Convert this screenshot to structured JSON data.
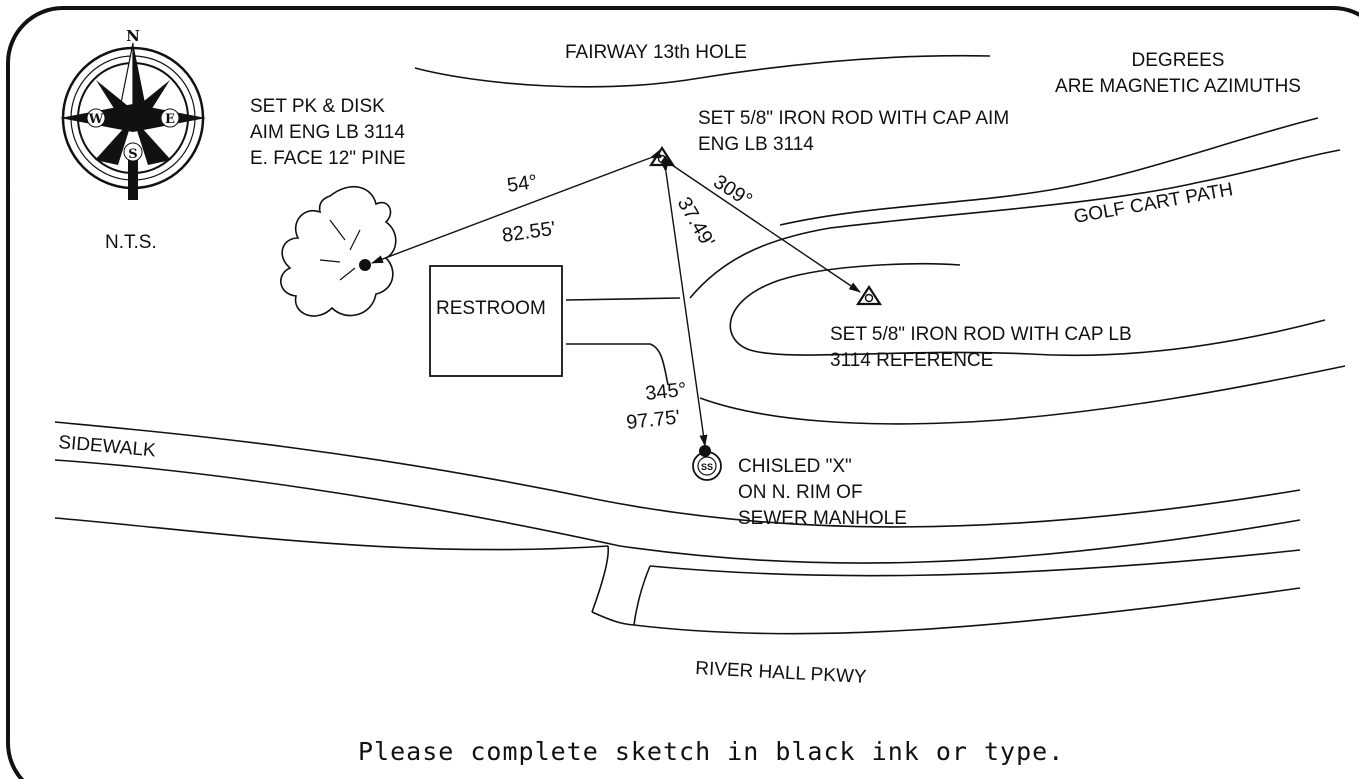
{
  "compass": {
    "north": "N",
    "south": "S",
    "east": "E",
    "west": "W",
    "scale_note": "N.T.S."
  },
  "labels": {
    "fairway": "FAIRWAY 13th HOLE",
    "degrees_line1": "DEGREES",
    "degrees_line2": "ARE MAGNETIC AZIMUTHS",
    "pk_line1": "SET PK & DISK",
    "pk_line2": "AIM ENG LB 3114",
    "pk_line3": "E. FACE 12\" PINE",
    "rod_aim_line1": "SET 5/8\" IRON ROD WITH CAP AIM",
    "rod_aim_line2": "ENG LB 3114",
    "golf_cart_path": "GOLF CART PATH",
    "restroom": "RESTROOM",
    "rod_ref_line1": "SET 5/8\" IRON ROD WITH CAP LB",
    "rod_ref_line2": "3114 REFERENCE",
    "sidewalk": "SIDEWALK",
    "manhole_symbol": "SS",
    "manhole_line1": "CHISLED \"X\"",
    "manhole_line2": "ON N. RIM OF",
    "manhole_line3": "SEWER MANHOLE",
    "river_hall": "RIVER HALL PKWY"
  },
  "measurements": {
    "pine_bearing": "54°",
    "pine_distance": "82.55'",
    "ref_bearing": "309°",
    "ref_distance": "37.49'",
    "manhole_bearing": "345°",
    "manhole_distance": "97.75'"
  },
  "footer": {
    "instruction": "Please complete sketch in black ink or type."
  }
}
